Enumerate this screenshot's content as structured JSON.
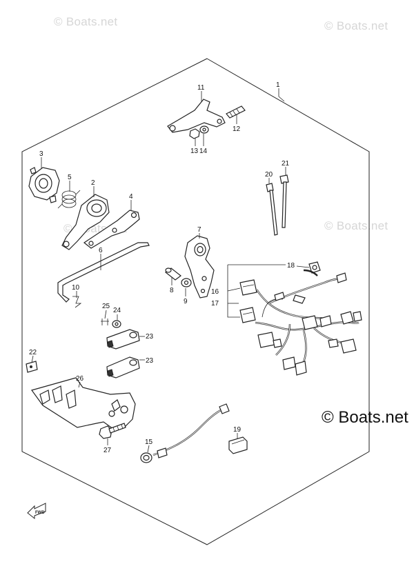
{
  "watermarks": {
    "top_left": "© Boats.net",
    "top_right": "© Boats.net",
    "mid_left": "© Boats.net",
    "mid_right": "© Boats.net",
    "main": "© Boats.net"
  },
  "fwd_label": "FWD",
  "callouts": [
    {
      "id": "1",
      "label": "1"
    },
    {
      "id": "2",
      "label": "2"
    },
    {
      "id": "3",
      "label": "3"
    },
    {
      "id": "4",
      "label": "4"
    },
    {
      "id": "5",
      "label": "5"
    },
    {
      "id": "6",
      "label": "6"
    },
    {
      "id": "7",
      "label": "7"
    },
    {
      "id": "8",
      "label": "8"
    },
    {
      "id": "9",
      "label": "9"
    },
    {
      "id": "10",
      "label": "10"
    },
    {
      "id": "11",
      "label": "11"
    },
    {
      "id": "12",
      "label": "12"
    },
    {
      "id": "13",
      "label": "13"
    },
    {
      "id": "14",
      "label": "14"
    },
    {
      "id": "15",
      "label": "15"
    },
    {
      "id": "16",
      "label": "16"
    },
    {
      "id": "17",
      "label": "17"
    },
    {
      "id": "18",
      "label": "18"
    },
    {
      "id": "19",
      "label": "19"
    },
    {
      "id": "20",
      "label": "20"
    },
    {
      "id": "21",
      "label": "21"
    },
    {
      "id": "22",
      "label": "22"
    },
    {
      "id": "23a",
      "label": "23"
    },
    {
      "id": "23b",
      "label": "23"
    },
    {
      "id": "24",
      "label": "24"
    },
    {
      "id": "25",
      "label": "25"
    },
    {
      "id": "26",
      "label": "26"
    },
    {
      "id": "27",
      "label": "27"
    }
  ]
}
